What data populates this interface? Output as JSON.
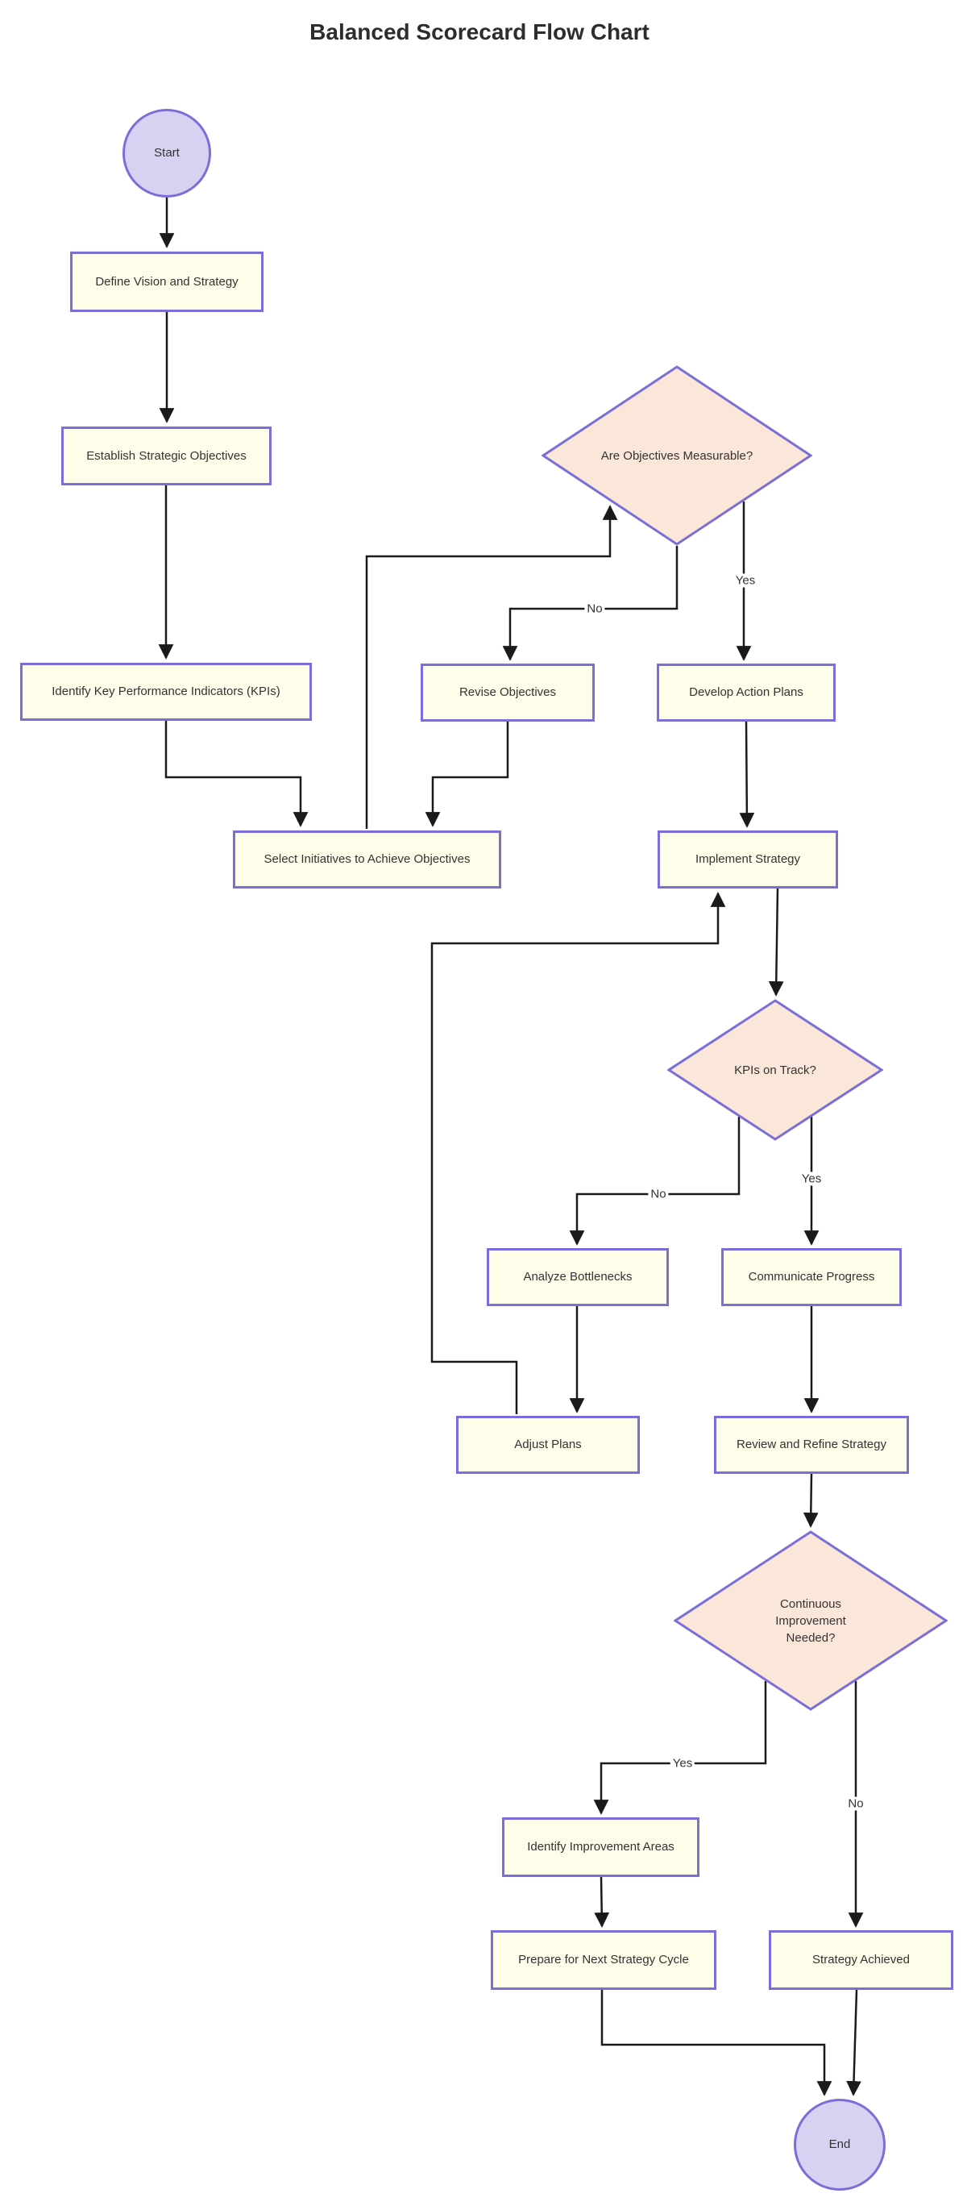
{
  "title": "Balanced Scorecard Flow Chart",
  "colors": {
    "node-border": "#7b6fd7",
    "process-fill": "#fdfde9",
    "decision-fill": "#fae7d9",
    "terminal-fill": "#d8d2f2",
    "edge-color": "#1a1a1a",
    "text-color": "#333333",
    "title-color": "#2d2d2d",
    "label-bg": "#ffffff"
  },
  "nodes": {
    "start": {
      "label": "Start",
      "type": "terminal"
    },
    "define_vision": {
      "label": "Define Vision and Strategy",
      "type": "process"
    },
    "establish_objectives": {
      "label": "Establish Strategic Objectives",
      "type": "process"
    },
    "identify_kpis": {
      "label": "Identify Key Performance Indicators (KPIs)",
      "type": "process"
    },
    "objectives_measurable": {
      "label": "Are Objectives Measurable?",
      "type": "decision"
    },
    "revise_objectives": {
      "label": "Revise Objectives",
      "type": "process"
    },
    "develop_action_plans": {
      "label": "Develop Action Plans",
      "type": "process"
    },
    "select_initiatives": {
      "label": "Select Initiatives to Achieve Objectives",
      "type": "process"
    },
    "implement_strategy": {
      "label": "Implement Strategy",
      "type": "process"
    },
    "kpis_on_track": {
      "label": "KPIs on Track?",
      "type": "decision"
    },
    "analyze_bottlenecks": {
      "label": "Analyze Bottlenecks",
      "type": "process"
    },
    "communicate_progress": {
      "label": "Communicate Progress",
      "type": "process"
    },
    "adjust_plans": {
      "label": "Adjust Plans",
      "type": "process"
    },
    "review_refine": {
      "label": "Review and Refine Strategy",
      "type": "process"
    },
    "continuous_improvement": {
      "label": "Continuous Improvement Needed?",
      "type": "decision"
    },
    "identify_improvement": {
      "label": "Identify Improvement Areas",
      "type": "process"
    },
    "prepare_next_cycle": {
      "label": "Prepare for Next Strategy Cycle",
      "type": "process"
    },
    "strategy_achieved": {
      "label": "Strategy Achieved",
      "type": "process"
    },
    "end": {
      "label": "End",
      "type": "terminal"
    }
  },
  "edge_labels": {
    "objectives_no": "No",
    "objectives_yes": "Yes",
    "kpis_no": "No",
    "kpis_yes": "Yes",
    "improvement_yes": "Yes",
    "improvement_no": "No"
  }
}
